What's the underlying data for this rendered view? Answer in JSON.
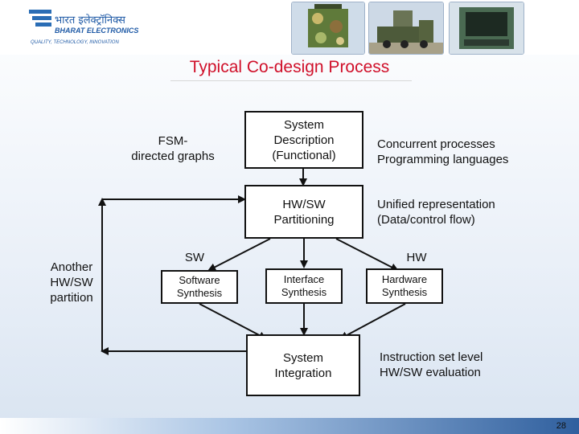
{
  "header": {
    "logo_text": "BHARAT ELECTRONICS",
    "logo_hindi": "भारत इलेक्ट्रॉनिक्स",
    "tagline": "QUALITY, TECHNOLOGY, INNOVATION"
  },
  "title": "Typical Co-design Process",
  "boxes": {
    "system_description": "System\nDescription\n(Functional)",
    "hw_sw_partitioning": "HW/SW\nPartitioning",
    "software_synthesis": "Software\nSynthesis",
    "interface_synthesis": "Interface\nSynthesis",
    "hardware_synthesis": "Hardware\nSynthesis",
    "system_integration": "System\nIntegration"
  },
  "labels": {
    "fsm": "FSM-\ndirected graphs",
    "concurrent": "Concurrent processes\nProgramming languages",
    "unified": "Unified representation\n(Data/control flow)",
    "sw": "SW",
    "hw": "HW",
    "another": "Another\nHW/SW\npartition",
    "instruction": "Instruction set level\nHW/SW evaluation"
  },
  "page_number": "28"
}
